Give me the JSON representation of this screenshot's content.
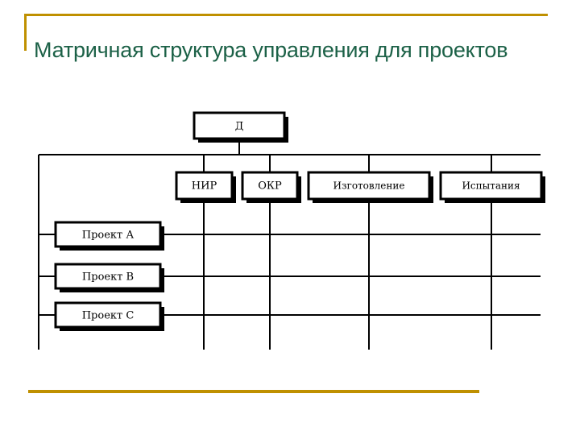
{
  "slide": {
    "title": "Матричная структура управления для проектов",
    "accent_color": "#bf9000",
    "title_color": "#1c6147",
    "line_color": "#000000",
    "background": "#ffffff"
  },
  "diagram": {
    "type": "matrix-organizational-chart",
    "root": {
      "label": "Д"
    },
    "functions": [
      {
        "label": "НИР"
      },
      {
        "label": "ОКР"
      },
      {
        "label": "Изготовление"
      },
      {
        "label": "Испытания"
      }
    ],
    "projects": [
      {
        "label": "Проект А"
      },
      {
        "label": "Проект В"
      },
      {
        "label": "Проект С"
      }
    ]
  }
}
